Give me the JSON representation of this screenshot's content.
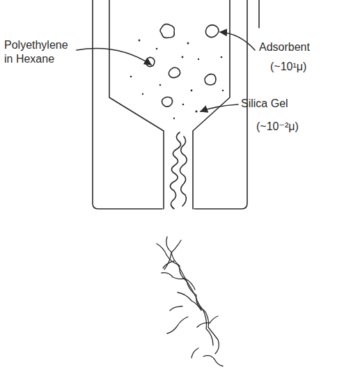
{
  "diagram": {
    "labels": [
      "Polyethylene in Hexane",
      "Adsorbent",
      "(~10¹μ)",
      "Silica Gel",
      "(~10⁻²μ)"
    ]
  }
}
